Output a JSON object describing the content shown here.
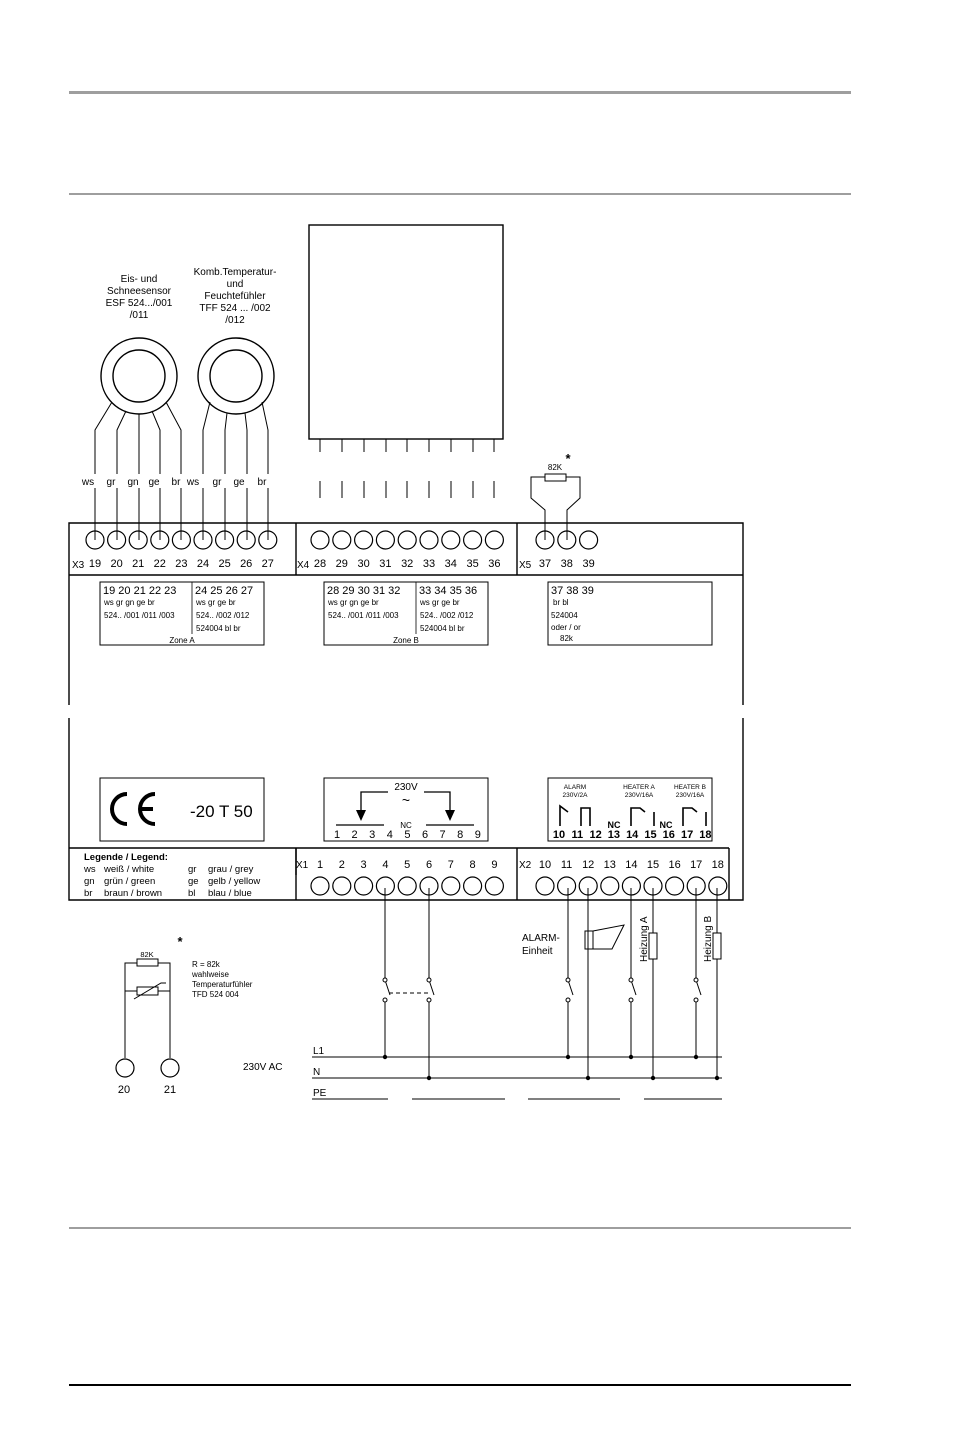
{
  "sensors": {
    "ice": {
      "name": [
        "Eis- und",
        "Schneesensor",
        "ESF 524.../001",
        "/011"
      ]
    },
    "temp": {
      "name": [
        "Komb.Temperatur-",
        "und",
        "Feuchtefühler",
        "TFF 524 ... /002",
        "/012"
      ]
    },
    "wire_labels": [
      "ws",
      "gr",
      "gn",
      "ge",
      "br",
      "ws",
      "gr",
      "ge",
      "br"
    ]
  },
  "resistor_top": {
    "value": "82K",
    "note_mark": "*"
  },
  "strips": {
    "x3": {
      "label": "X3",
      "terminals": [
        "19",
        "20",
        "21",
        "22",
        "23",
        "24",
        "25",
        "26",
        "27"
      ]
    },
    "x4": {
      "label": "X4",
      "terminals": [
        "28",
        "29",
        "30",
        "31",
        "32",
        "33",
        "34",
        "35",
        "36"
      ]
    },
    "x5": {
      "label": "X5",
      "terminals": [
        "37",
        "38",
        "39"
      ]
    },
    "x1": {
      "label": "X1",
      "terminals": [
        "1",
        "2",
        "3",
        "4",
        "5",
        "6",
        "7",
        "8",
        "9"
      ]
    },
    "x2": {
      "label": "X2",
      "terminals": [
        "10",
        "11",
        "12",
        "13",
        "14",
        "15",
        "16",
        "17",
        "18"
      ]
    }
  },
  "zone_a": {
    "nums1": "19  20  21  22  23",
    "colors1": "ws   gr   gn   ge   br",
    "models1": "524.. /001 /011 /003",
    "nums2": "24  25  26  27",
    "colors2": "ws   gr   ge   br",
    "models2": "524..  /002  /012",
    "alt": "524004    bl    br",
    "title": "Zone A"
  },
  "zone_b": {
    "nums1": "28  29  30  31  32",
    "colors1": "ws   gr   gn   ge   br",
    "models1": "524.. /001 /011 /003",
    "nums2": "33  34  35  36",
    "colors2": "ws   gr   ge   br",
    "models2": "524..  /002  /012",
    "alt": "524004    bl    br",
    "title": "Zone B"
  },
  "x5_info": {
    "nums": "37  38  39",
    "colors": "br    bl",
    "model": "524004",
    "or": "oder / or",
    "value": "82k"
  },
  "ce_box": {
    "mark": "CE",
    "temp_range": "-20 T 50"
  },
  "power_box": {
    "voltage": "230V",
    "tilde": "~",
    "nc": "NC",
    "numbers": [
      "1",
      "2",
      "3",
      "4",
      "5",
      "6",
      "7",
      "8",
      "9"
    ]
  },
  "relay_box": {
    "alarm": "ALARM",
    "alarm_rating": "230V/2A",
    "heater_a": "HEATER A",
    "heater_a_rating": "230V/16A",
    "heater_b": "HEATER B",
    "heater_b_rating": "230V/16A",
    "nc": "NC",
    "numbers": [
      "10",
      "11",
      "12",
      "13",
      "14",
      "15",
      "16",
      "17",
      "18"
    ]
  },
  "legend": {
    "title": "Legende / Legend:",
    "items": [
      {
        "code": "ws",
        "text": "weiß / white"
      },
      {
        "code": "gn",
        "text": "grün / green"
      },
      {
        "code": "br",
        "text": "braun / brown"
      },
      {
        "code": "gr",
        "text": "grau / grey"
      },
      {
        "code": "ge",
        "text": "gelb  / yellow"
      },
      {
        "code": "bl",
        "text": "blau  / blue"
      }
    ]
  },
  "note": {
    "mark": "*",
    "resistor": "82K",
    "lines": [
      "R = 82k",
      "wahlweise",
      "Temperaturfühler",
      "TFD 524 004"
    ],
    "terminals": [
      "20",
      "21"
    ]
  },
  "mains": {
    "label": "230V AC",
    "l1": "L1",
    "n": "N",
    "pe": "PE",
    "alarm_unit": [
      "ALARM-",
      "Einheit"
    ],
    "heater_a": "Heizung A",
    "heater_b": "Heizung B"
  }
}
